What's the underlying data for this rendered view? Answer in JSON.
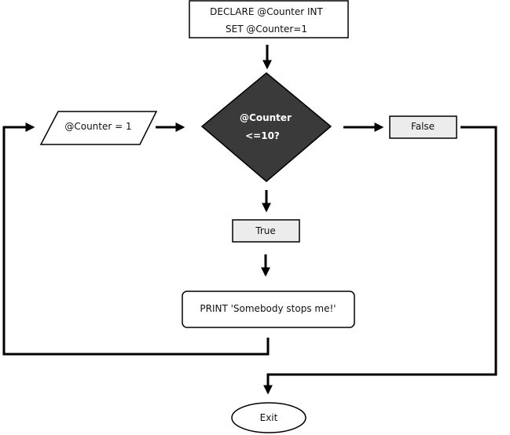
{
  "nodes": {
    "start": {
      "line1": "DECLARE @Counter INT",
      "line2": "SET @Counter=1"
    },
    "decision": {
      "line1": "@Counter",
      "line2": "<=10?"
    },
    "increment": {
      "label": "@Counter = 1"
    },
    "false_branch": {
      "label": "False"
    },
    "true_branch": {
      "label": "True"
    },
    "print": {
      "label": "PRINT 'Somebody stops me!'"
    },
    "exit": {
      "label": "Exit"
    }
  },
  "colors": {
    "stroke": "#000000",
    "decision_fill": "#3a3a3a",
    "branch_fill": "#ececec",
    "node_fill": "#ffffff"
  }
}
